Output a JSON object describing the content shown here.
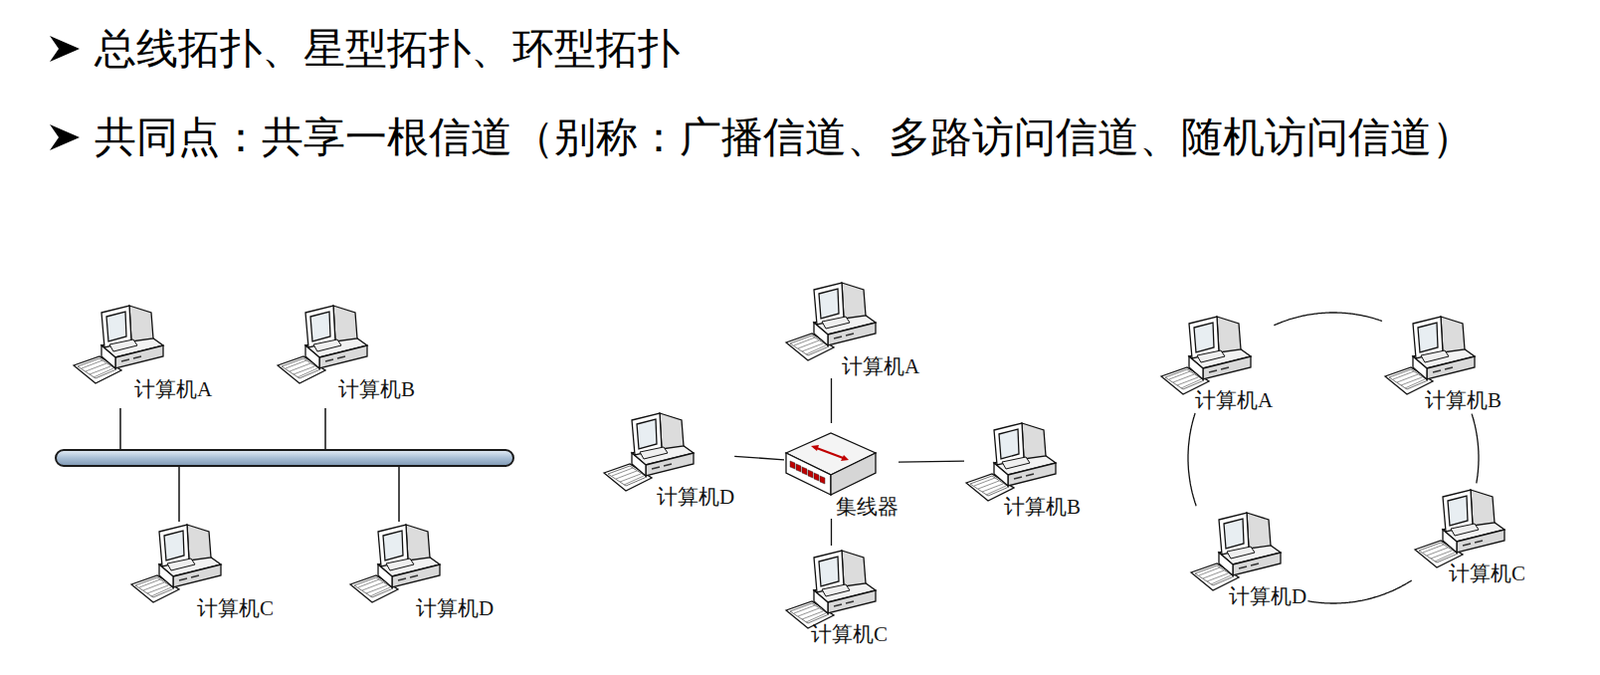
{
  "diagram": {
    "nodes": [
      {
        "text": [
          "计算机A"
        ]
      },
      {
        "text": [
          "计算机B"
        ]
      },
      {
        "text": [
          "计算机C"
        ]
      },
      {
        "text": [
          "计算机D"
        ]
      },
      {
        "text": [
          "集线器"
        ]
      },
      {
        "text": [
          "计算机A"
        ]
      },
      {
        "text": [
          "计算机B"
        ]
      },
      {
        "text": [
          "计算机C"
        ]
      },
      {
        "text": [
          "计算机D"
        ]
      },
      {
        "text": [
          "计算机A"
        ]
      },
      {
        "text": [
          "计算机B"
        ]
      },
      {
        "text": [
          "计算机C"
        ]
      },
      {
        "text": [
          "计算机D"
        ]
      }
    ],
    "edges": [
      {
        "from": 4,
        "to": 5,
        "arrow": "none"
      },
      {
        "from": 4,
        "to": 6,
        "arrow": "none"
      },
      {
        "from": 4,
        "to": 7,
        "arrow": "none"
      },
      {
        "from": 4,
        "to": 8,
        "arrow": "none"
      },
      {
        "from": 9,
        "to": 10,
        "arrow": "none"
      },
      {
        "from": 10,
        "to": 11,
        "arrow": "none"
      },
      {
        "from": 11,
        "to": 12,
        "arrow": "none"
      },
      {
        "from": 12,
        "to": 9,
        "arrow": "none"
      }
    ],
    "labels": [
      "总线拓扑、星型拓扑、环型拓扑",
      "共同点：共享一根信道（别称：广播信道、多路访问信道、随机访问信道）"
    ]
  }
}
